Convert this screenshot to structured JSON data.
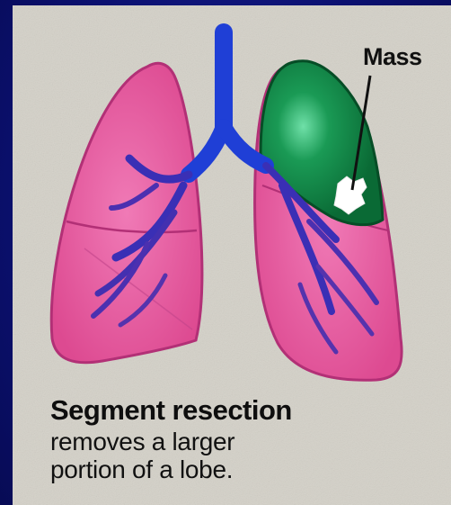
{
  "labels": {
    "mass": "Mass"
  },
  "caption": {
    "title": "Segment resection",
    "line1": "removes a larger",
    "line2": "portion of a lobe.",
    "line3": ""
  },
  "colors": {
    "background": "#0b1070",
    "panel": "#d4d1c8",
    "lung": "#e5559a",
    "lung_outline": "#b0306e",
    "airway": "#1f3fd6",
    "resected_segment": "#0d7a3e",
    "mass": "#ffffff"
  }
}
